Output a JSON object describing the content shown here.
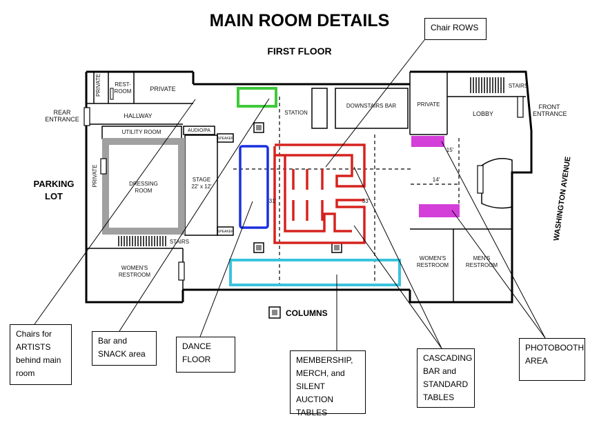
{
  "title": "MAIN ROOM DETAILS",
  "subtitle": "FIRST FLOOR",
  "rooms": {
    "private_small": "PRIVATE",
    "restroom_small": "REST-ROOM",
    "private_top": "PRIVATE",
    "hallway": "HALLWAY",
    "utility": "UTILITY ROOM",
    "audio": "AUDIO/PA",
    "speaker_top": "SPEAKER",
    "speaker_bottom": "SPEAKER",
    "private_side": "PRIVATE",
    "dressing": "DRESSING ROOM",
    "stage": "STAGE",
    "stage_size": "22' x 12'",
    "stairs_bottom": "STAIRS",
    "womens_left": "WOMEN'S RESTROOM",
    "station": "STATION",
    "downstairs_bar": "DOWNSTAIRS BAR",
    "private_right": "PRIVATE",
    "stairs_top": "STAIRS",
    "lobby": "LOBBY",
    "womens_right": "WOMEN'S RESTROOM",
    "mens_right": "MEN'S RESTROOM"
  },
  "dimensions": {
    "d15": "15'",
    "d14": "14'",
    "d31": "31'",
    "d33": "33'"
  },
  "external": {
    "rear_entrance": "REAR ENTRANCE",
    "parking_lot": "PARKING LOT",
    "front_entrance": "FRONT ENTRANCE",
    "street": "WASHINGTON AVENUE"
  },
  "legend": {
    "columns": "COLUMNS"
  },
  "callouts": {
    "chair_rows": "Chair ROWS",
    "artists": "Chairs for ARTISTS behind main room",
    "bar_snack": "Bar and SNACK area",
    "dance": "DANCE FLOOR",
    "membership": "MEMBERSHIP, MERCH, and SILENT AUCTION TABLES",
    "cascading": "CASCADING BAR and STANDARD TABLES",
    "photobooth": "PHOTOBOOTH AREA"
  },
  "colors": {
    "green": "#3fc93a",
    "blue": "#1a2fe0",
    "red": "#d5231f",
    "cyan": "#39c3dd",
    "magenta": "#d33fd8",
    "gray": "#a0a0a0"
  }
}
